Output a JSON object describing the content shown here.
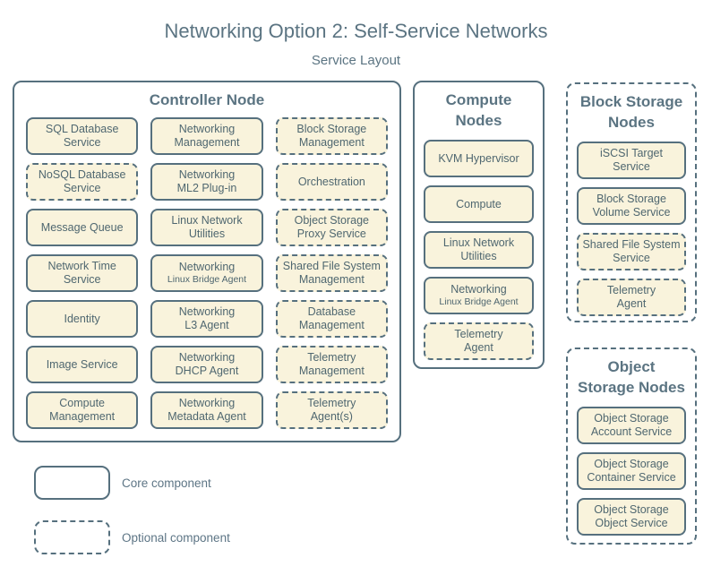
{
  "title": "Networking Option 2: Self-Service Networks",
  "subtitle": "Service Layout",
  "colors": {
    "background": "#ffffff",
    "box_fill": "#f9f3dc",
    "border": "#56707e",
    "heading_text": "#5b7482",
    "box_text": "#4f6770",
    "legend_text": "#5d7585"
  },
  "nodes": [
    {
      "id": "controller",
      "label": "Controller Node",
      "type": "core",
      "services": [
        {
          "label": "SQL Database\nService",
          "type": "core"
        },
        {
          "label": "Networking\nManagement",
          "type": "core"
        },
        {
          "label": "Block Storage\nManagement",
          "type": "optional"
        },
        {
          "label": "NoSQL Database\nService",
          "type": "optional"
        },
        {
          "label": "Networking\nML2 Plug-in",
          "type": "core"
        },
        {
          "label": "Orchestration",
          "type": "optional"
        },
        {
          "label": "Message Queue",
          "type": "core"
        },
        {
          "label": "Linux Network\nUtilities",
          "type": "core"
        },
        {
          "label": "Object Storage\nProxy Service",
          "type": "optional"
        },
        {
          "label": "Network Time\nService",
          "type": "core"
        },
        {
          "label": "Networking",
          "sublabel": "Linux Bridge Agent",
          "type": "core"
        },
        {
          "label": "Shared File System\nManagement",
          "type": "optional"
        },
        {
          "label": "Identity",
          "type": "core"
        },
        {
          "label": "Networking\nL3 Agent",
          "type": "core"
        },
        {
          "label": "Database\nManagement",
          "type": "optional"
        },
        {
          "label": "Image Service",
          "type": "core"
        },
        {
          "label": "Networking\nDHCP Agent",
          "type": "core"
        },
        {
          "label": "Telemetry\nManagement",
          "type": "optional"
        },
        {
          "label": "Compute\nManagement",
          "type": "core"
        },
        {
          "label": "Networking\nMetadata Agent",
          "type": "core"
        },
        {
          "label": "Telemetry\nAgent(s)",
          "type": "optional"
        }
      ]
    },
    {
      "id": "compute",
      "label": "Compute\nNodes",
      "type": "core",
      "services": [
        {
          "label": "KVM Hypervisor",
          "type": "core"
        },
        {
          "label": "Compute",
          "type": "core"
        },
        {
          "label": "Linux Network\nUtilities",
          "type": "core"
        },
        {
          "label": "Networking",
          "sublabel": "Linux Bridge Agent",
          "type": "core"
        },
        {
          "label": "Telemetry\nAgent",
          "type": "optional"
        }
      ]
    },
    {
      "id": "block-storage",
      "label": "Block Storage\nNodes",
      "type": "optional",
      "services": [
        {
          "label": "iSCSI Target\nService",
          "type": "core"
        },
        {
          "label": "Block Storage\nVolume Service",
          "type": "core"
        },
        {
          "label": "Shared File System\nService",
          "type": "optional"
        },
        {
          "label": "Telemetry\nAgent",
          "type": "optional"
        }
      ]
    },
    {
      "id": "object-storage",
      "label": "Object\nStorage Nodes",
      "type": "optional",
      "services": [
        {
          "label": "Object Storage\nAccount Service",
          "type": "core"
        },
        {
          "label": "Object Storage\nContainer Service",
          "type": "core"
        },
        {
          "label": "Object Storage\nObject Service",
          "type": "core"
        }
      ]
    }
  ],
  "legend": [
    {
      "type": "core",
      "label": "Core component"
    },
    {
      "type": "optional",
      "label": "Optional component"
    }
  ]
}
